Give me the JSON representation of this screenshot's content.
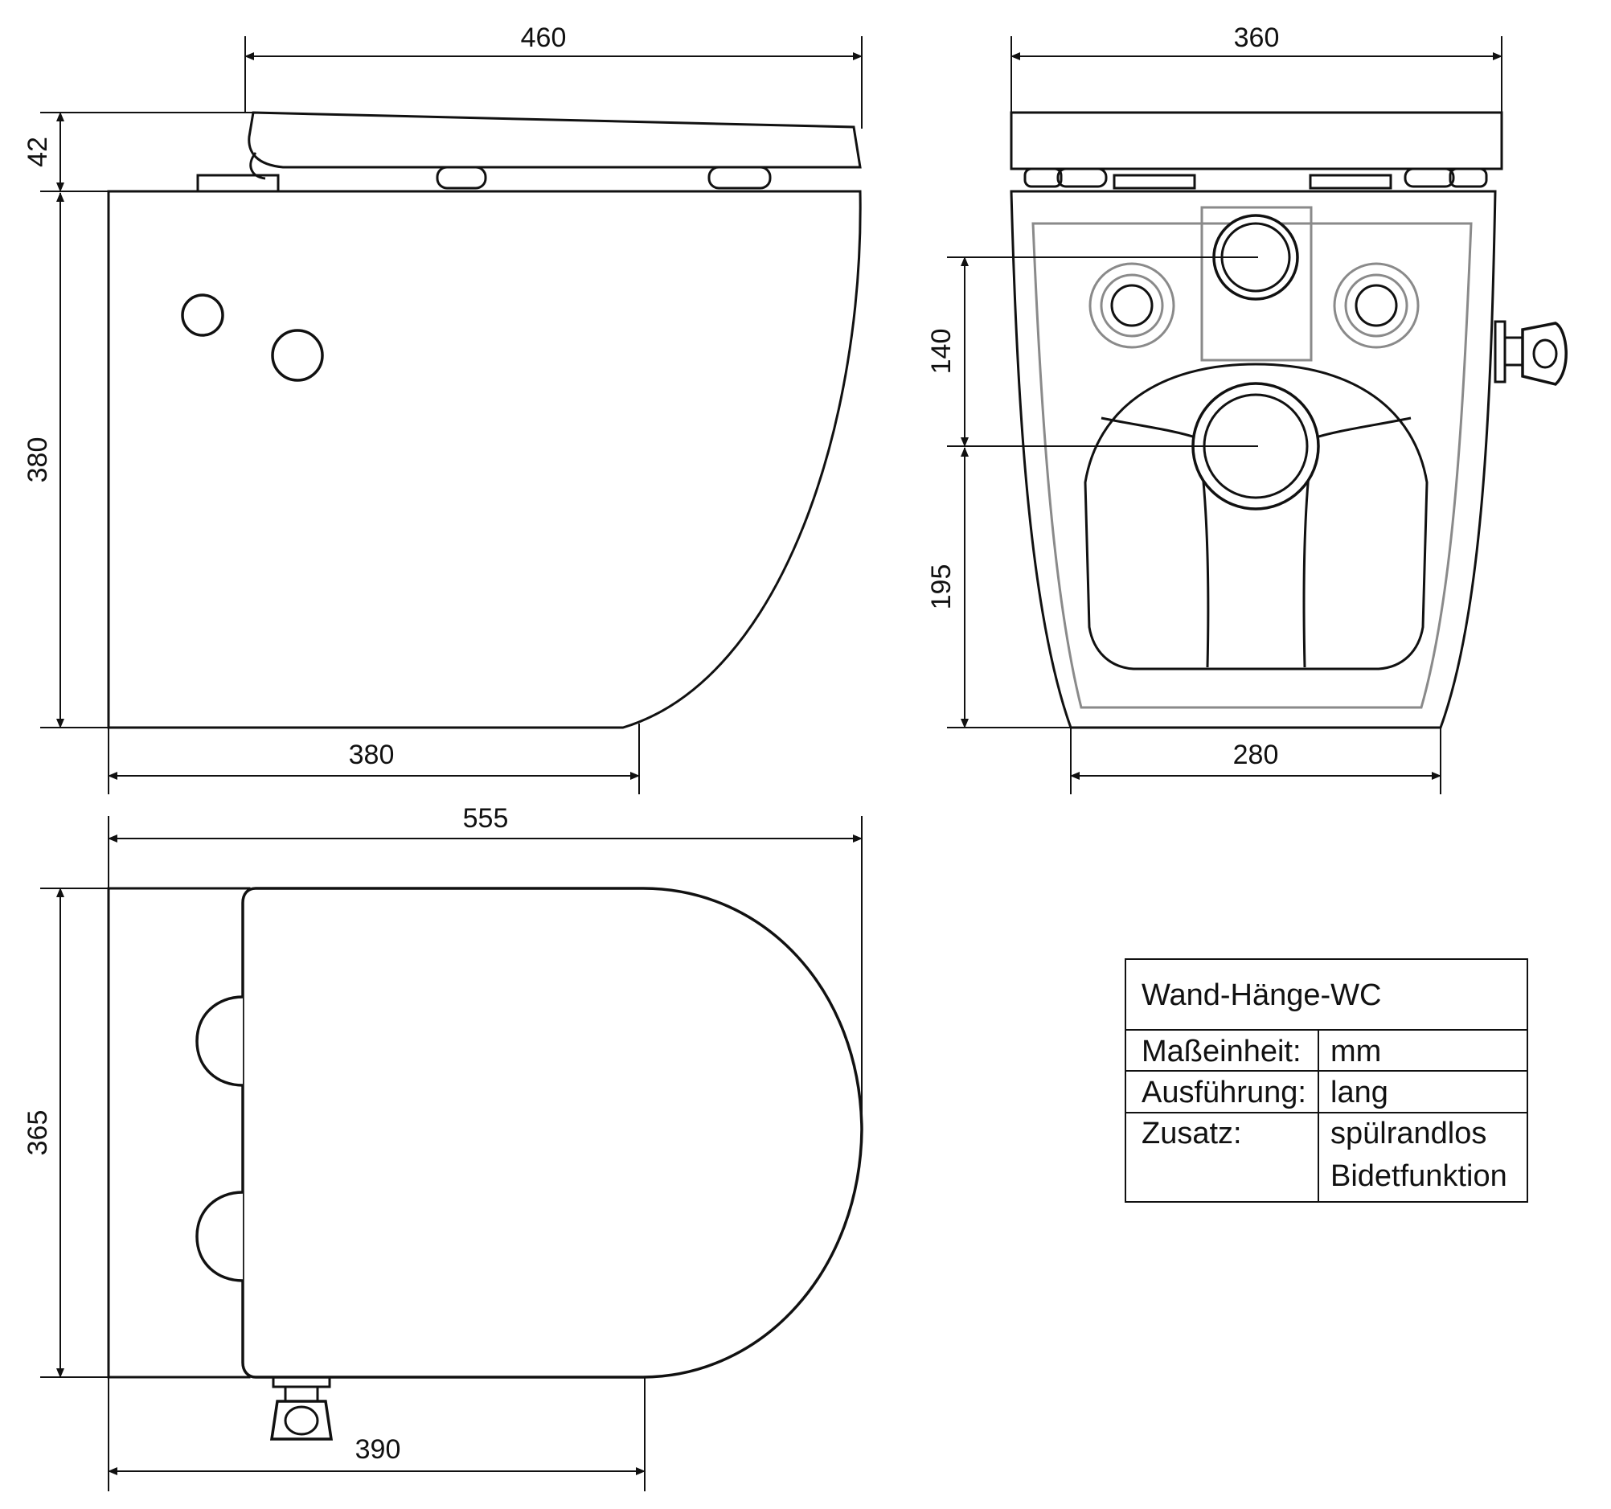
{
  "drawing": {
    "side_view": {
      "dim_length_top": "460",
      "dim_seat_height": "42",
      "dim_body_height": "380",
      "dim_length_bottom": "380"
    },
    "front_view": {
      "dim_width_top": "360",
      "dim_upper": "140",
      "dim_lower": "195",
      "dim_width_bottom": "280"
    },
    "top_view": {
      "dim_total_length": "555",
      "dim_width": "365",
      "dim_bottom_length": "390"
    }
  },
  "title_block": {
    "title": "Wand-Hänge-WC",
    "rows": [
      {
        "label": "Maßeinheit:",
        "value": "mm",
        "value2": ""
      },
      {
        "label": "Ausführung:",
        "value": "lang",
        "value2": ""
      },
      {
        "label": "Zusatz:",
        "value": "spülrandlos",
        "value2": "Bidetfunktion"
      }
    ]
  },
  "colors": {
    "line": "#111111",
    "hidden_line": "#8a8a8a",
    "background": "#ffffff"
  }
}
